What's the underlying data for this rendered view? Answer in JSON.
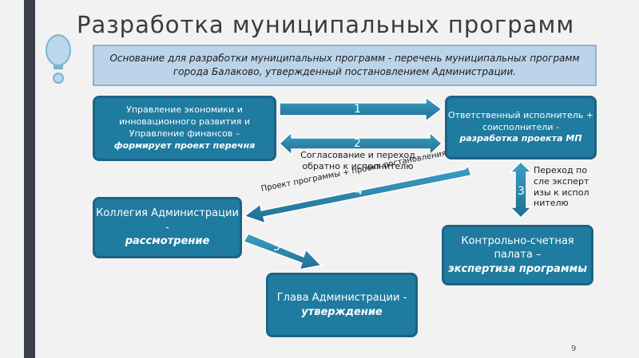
{
  "title": "Разработка муниципальных программ",
  "subtitle": "Основание для разработки муниципальных программ - перечень муниципальных программ города Балаково, утвержденный постановлением Администрации.",
  "boxes": {
    "economy": {
      "line1": "Управление экономики и инновационного развития и Управление финансов –",
      "action": "формирует проект перечня"
    },
    "responsible": {
      "line1": "Ответственный исполнитель + соисполнители -",
      "action": "разработка проекта МП"
    },
    "collegium": {
      "line1": "Коллегия Администрации -",
      "action": "рассмотрение"
    },
    "control": {
      "line1": "Контрольно-счетная палата –",
      "action": "экспертиза программы"
    },
    "head": {
      "line1": "Глава Администрации -",
      "action": "утверждение"
    }
  },
  "arrows": {
    "a1": {
      "number": "1"
    },
    "a2": {
      "number": "2",
      "label": "Согласование и переход обратно к исполнителю"
    },
    "a3": {
      "number": "3",
      "label": "Переход после экспертизы к исполнителю"
    },
    "a4": {
      "number": "4",
      "label": "Проект программы + проект постановления"
    },
    "a5": {
      "number": "5"
    }
  },
  "colors": {
    "box_fill": "#1f7b9f",
    "box_border": "#1c6384",
    "subtitle_fill": "#bcd4ea",
    "arrow": "#2b86ab"
  },
  "page_number": "9"
}
